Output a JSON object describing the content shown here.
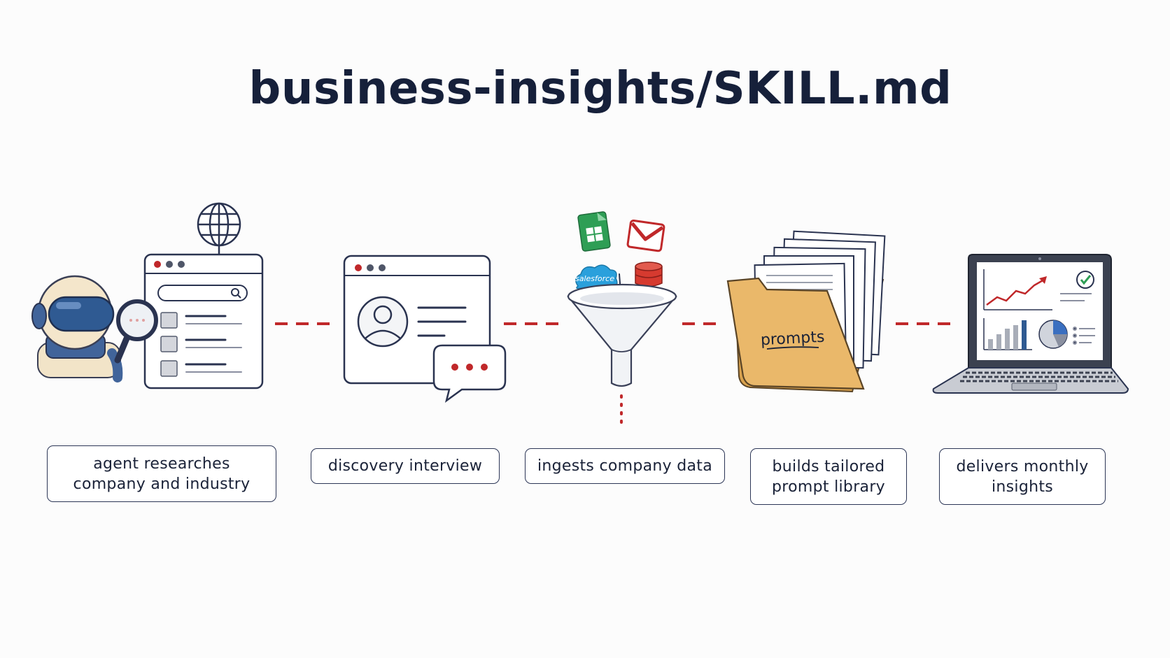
{
  "title": "business-insights/SKILL.md",
  "steps": [
    {
      "icon": "robot-researcher-icon",
      "label": "agent researches\ncompany and industry"
    },
    {
      "icon": "interview-window-icon",
      "label": "discovery interview"
    },
    {
      "icon": "data-funnel-icon",
      "label": "ingests company data"
    },
    {
      "icon": "prompts-folder-icon",
      "label": "builds tailored\nprompt library"
    },
    {
      "icon": "insights-laptop-icon",
      "label": "delivers monthly\ninsights"
    }
  ],
  "folder_text": "prompts",
  "logos": {
    "salesforce": "salesforce"
  },
  "colors": {
    "accent_red": "#c0282a",
    "ink": "#16203a",
    "folder": "#e8b968"
  }
}
